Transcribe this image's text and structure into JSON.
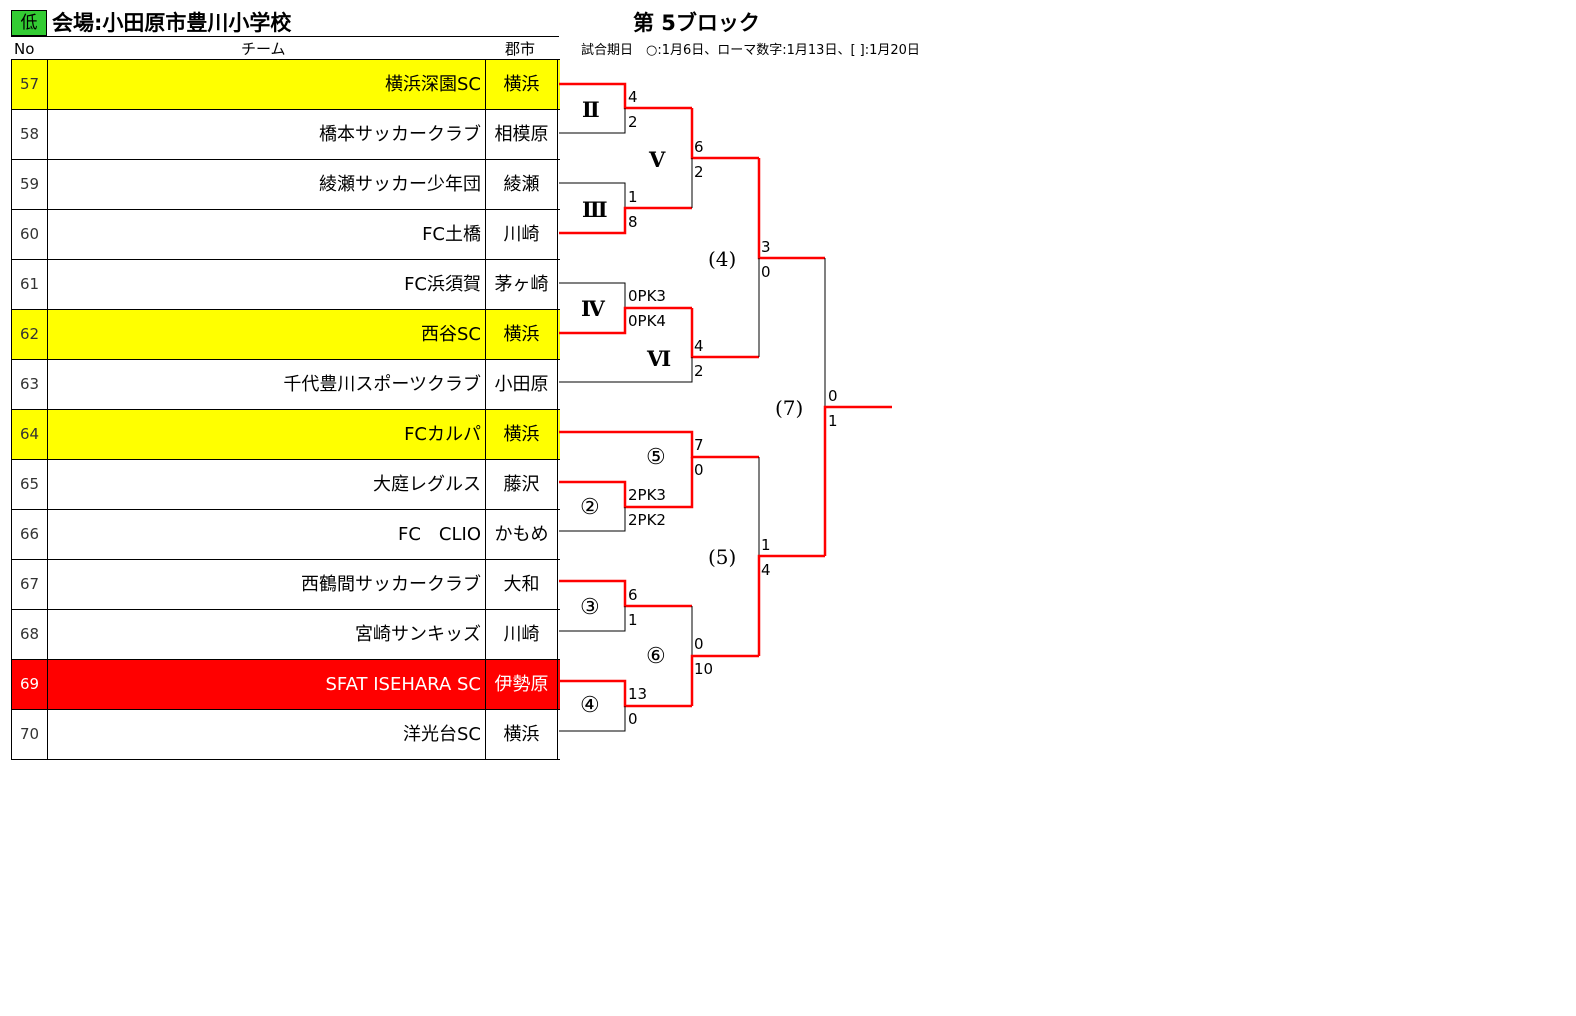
{
  "header": {
    "badge": "低",
    "venue": "会場:小田原市豊川小学校",
    "block": "第 5ブロック",
    "dates": "試合期日　○:1月6日、ローマ数字:1月13日、[ ]:1月20日",
    "col_no": "No",
    "col_team": "チーム",
    "col_city": "郡市"
  },
  "teams": [
    {
      "no": "57",
      "name": "横浜深園SC",
      "city": "横浜",
      "highlight": "yellow"
    },
    {
      "no": "58",
      "name": "橋本サッカークラブ",
      "city": "相模原",
      "highlight": "none"
    },
    {
      "no": "59",
      "name": "綾瀬サッカー少年団",
      "city": "綾瀬",
      "highlight": "none"
    },
    {
      "no": "60",
      "name": "FC土橋",
      "city": "川崎",
      "highlight": "none"
    },
    {
      "no": "61",
      "name": "FC浜須賀",
      "city": "茅ヶ崎",
      "highlight": "none"
    },
    {
      "no": "62",
      "name": "西谷SC",
      "city": "横浜",
      "highlight": "yellow"
    },
    {
      "no": "63",
      "name": "千代豊川スポーツクラブ",
      "city": "小田原",
      "highlight": "none"
    },
    {
      "no": "64",
      "name": "FCカルパ",
      "city": "横浜",
      "highlight": "yellow"
    },
    {
      "no": "65",
      "name": "大庭レグルス",
      "city": "藤沢",
      "highlight": "none"
    },
    {
      "no": "66",
      "name": "FC　CLIO",
      "city": "かもめ",
      "highlight": "none"
    },
    {
      "no": "67",
      "name": "西鶴間サッカークラブ",
      "city": "大和",
      "highlight": "none"
    },
    {
      "no": "68",
      "name": "宮崎サンキッズ",
      "city": "川崎",
      "highlight": "none"
    },
    {
      "no": "69",
      "name": "SFAT ISEHARA SC",
      "city": "伊勢原",
      "highlight": "red"
    },
    {
      "no": "70",
      "name": "洋光台SC",
      "city": "横浜",
      "highlight": "none"
    }
  ],
  "bracket": {
    "match_labels": {
      "m2": "Ⅱ",
      "m3": "Ⅲ",
      "m4": "Ⅳ",
      "m5": "Ⅴ",
      "m6": "Ⅵ",
      "c2": "②",
      "c3": "③",
      "c4": "④",
      "c5": "⑤",
      "c6": "⑥",
      "p4": "(4)",
      "p5": "(5)",
      "p7": "(7)"
    },
    "scores": {
      "m2_top": "4",
      "m2_bot": "2",
      "m3_top": "1",
      "m3_bot": "8",
      "m4_top": "0PK3",
      "m4_bot": "0PK4",
      "m5_top": "6",
      "m5_bot": "2",
      "m6_top": "4",
      "m6_bot": "2",
      "p4_top": "3",
      "p4_bot": "0",
      "c5_top": "7",
      "c5_bot": "0",
      "c2_top": "2PK3",
      "c2_bot": "2PK2",
      "c3_top": "6",
      "c3_bot": "1",
      "c4_top": "13",
      "c4_bot": "0",
      "c6_top": "0",
      "c6_bot": "10",
      "p5_top": "1",
      "p5_bot": "4",
      "p7_top": "0",
      "p7_bot": "1"
    },
    "colors": {
      "winner_line": "#ff0000",
      "loser_line": "#000000"
    }
  }
}
